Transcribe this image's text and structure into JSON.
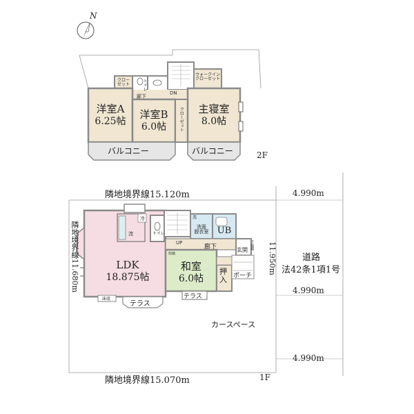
{
  "compass": {
    "north": "N"
  },
  "floor2": {
    "level": "2F",
    "rooms": {
      "room_a": {
        "name": "洋室A",
        "size": "6.25帖"
      },
      "room_b": {
        "name": "洋室B",
        "size": "6.0帖"
      },
      "master": {
        "name": "主寝室",
        "size": "8.0帖"
      }
    },
    "closet_a": "クロー\nゼット",
    "toilet": "トイレ",
    "hallway": "廊下",
    "stairs_dn": "DN",
    "walkin_closet": "ウォークイン\nクローゼット",
    "closet_vertical": "クローゼット",
    "balcony_left": "バルコニー",
    "balcony_right": "バルコニー"
  },
  "floor1": {
    "level": "1F",
    "rooms": {
      "ldk": {
        "name": "LDK",
        "size": "18.875帖"
      },
      "washitsu": {
        "name": "和室",
        "size": "6.0帖"
      },
      "ub": {
        "name": "UB"
      }
    },
    "oshiire": "押入",
    "washroom": "洗面\n脱衣室",
    "toilet": "トイレ",
    "hallway": "廊下",
    "stairs_up": "UP",
    "entrance": "玄関",
    "shoe_storage": "下駄箱",
    "porch": "ポーチ",
    "terrace_left": "テラス",
    "terrace_right": "テラス",
    "fridge": "冷",
    "washer": "洗",
    "storage": "収納",
    "kitchen_sink": "流",
    "floor_storage": "床収",
    "car_space": "カースペース"
  },
  "boundaries": {
    "north": "隣地境界線15.120m",
    "south": "隣地境界線15.070m",
    "west": "隣地境界線11.680m",
    "east_depth": "11.950m",
    "road_width_top": "4.990m",
    "road_width_mid": "4.990m",
    "road_width_bottom": "4.990m",
    "road_name": "道路",
    "road_law": "法42条1項1号"
  },
  "colors": {
    "wall": "#8a8a8a",
    "beige": "#f0e6d2",
    "ldk_pink": "#f6dde3",
    "washitsu_green": "#dcecc8",
    "bath_blue": "#d7e9f2",
    "balcony_gray": "#e6e6e6",
    "line": "#555555"
  }
}
